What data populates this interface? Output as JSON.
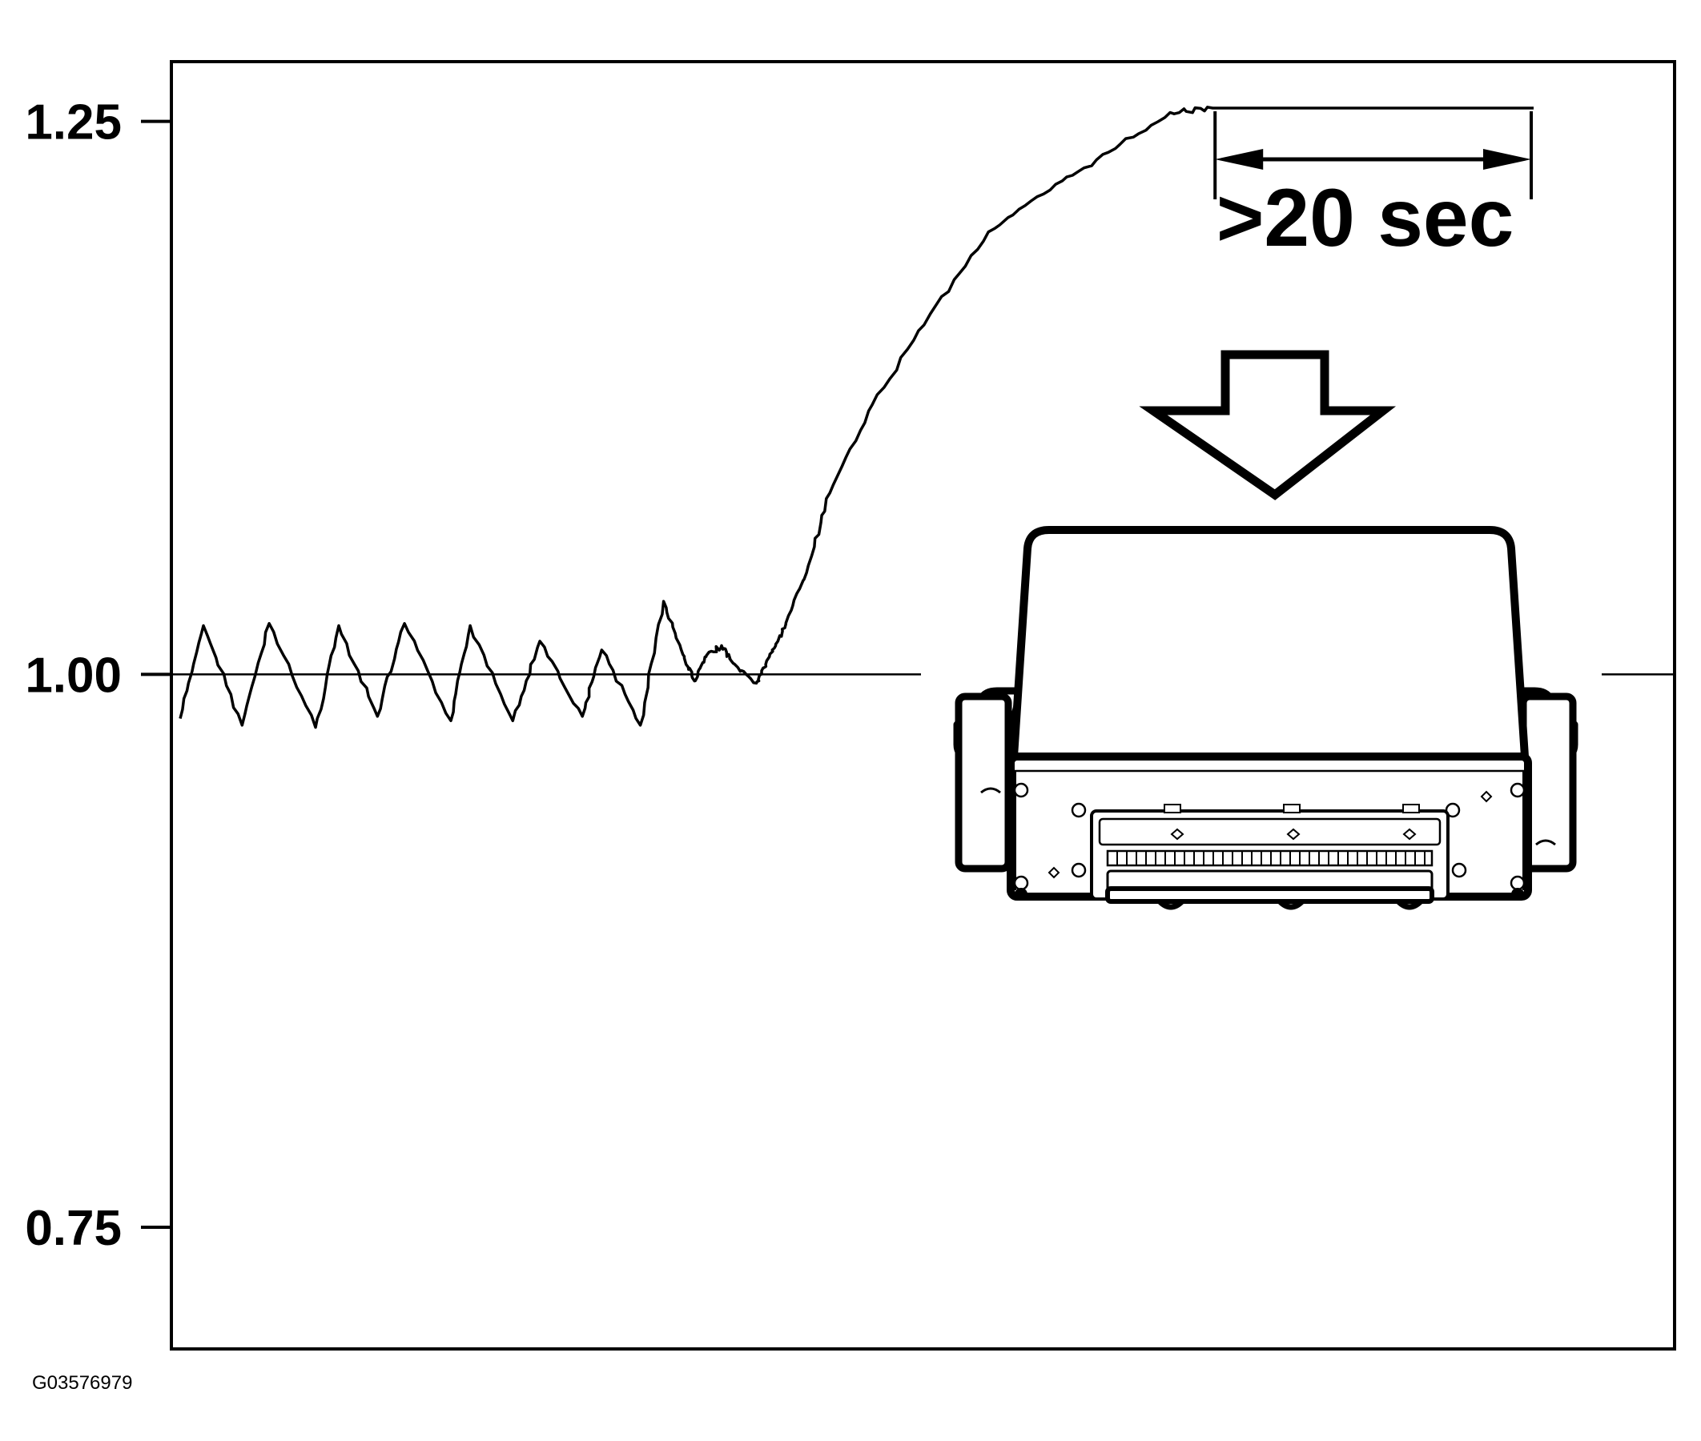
{
  "chart_data": {
    "type": "line",
    "title": "",
    "xlabel": "",
    "ylabel": "",
    "ylim": [
      0.695,
      1.277
    ],
    "y_ticks": [
      {
        "value": 0.75,
        "label": "0.75"
      },
      {
        "value": 1.0,
        "label": "1.00"
      },
      {
        "value": 1.25,
        "label": "1.25"
      }
    ],
    "reference_line": 1.0,
    "series": [
      {
        "x": [
          0.0,
          0.6,
          1.6,
          2.3,
          3.5,
          4.1,
          5.1,
          5.8,
          7.0,
          7.5,
          8.6,
          9.3,
          10.4,
          10.9,
          11.9,
          12.5,
          13.0,
          13.3,
          13.6,
          14.0,
          14.3,
          14.9,
          15.1,
          15.4,
          15.7,
          16.2,
          16.8,
          17.9,
          19.4,
          20.9,
          22.5,
          24.0,
          25.6,
          26.7,
          35.0
        ],
        "values": [
          0.98,
          1.022,
          0.977,
          1.023,
          0.976,
          1.022,
          0.981,
          1.023,
          0.979,
          1.022,
          0.979,
          1.015,
          0.981,
          1.011,
          0.977,
          1.033,
          1.009,
          0.997,
          1.008,
          1.013,
          1.005,
          0.996,
          1.003,
          1.013,
          1.025,
          1.046,
          1.082,
          1.122,
          1.163,
          1.2,
          1.219,
          1.236,
          1.254,
          1.256,
          1.256
        ]
      }
    ],
    "annotations": [
      {
        "text": ">20 sec",
        "x_start": 26.7,
        "x_end": 35.0
      }
    ],
    "figure_id": "G03576979"
  }
}
